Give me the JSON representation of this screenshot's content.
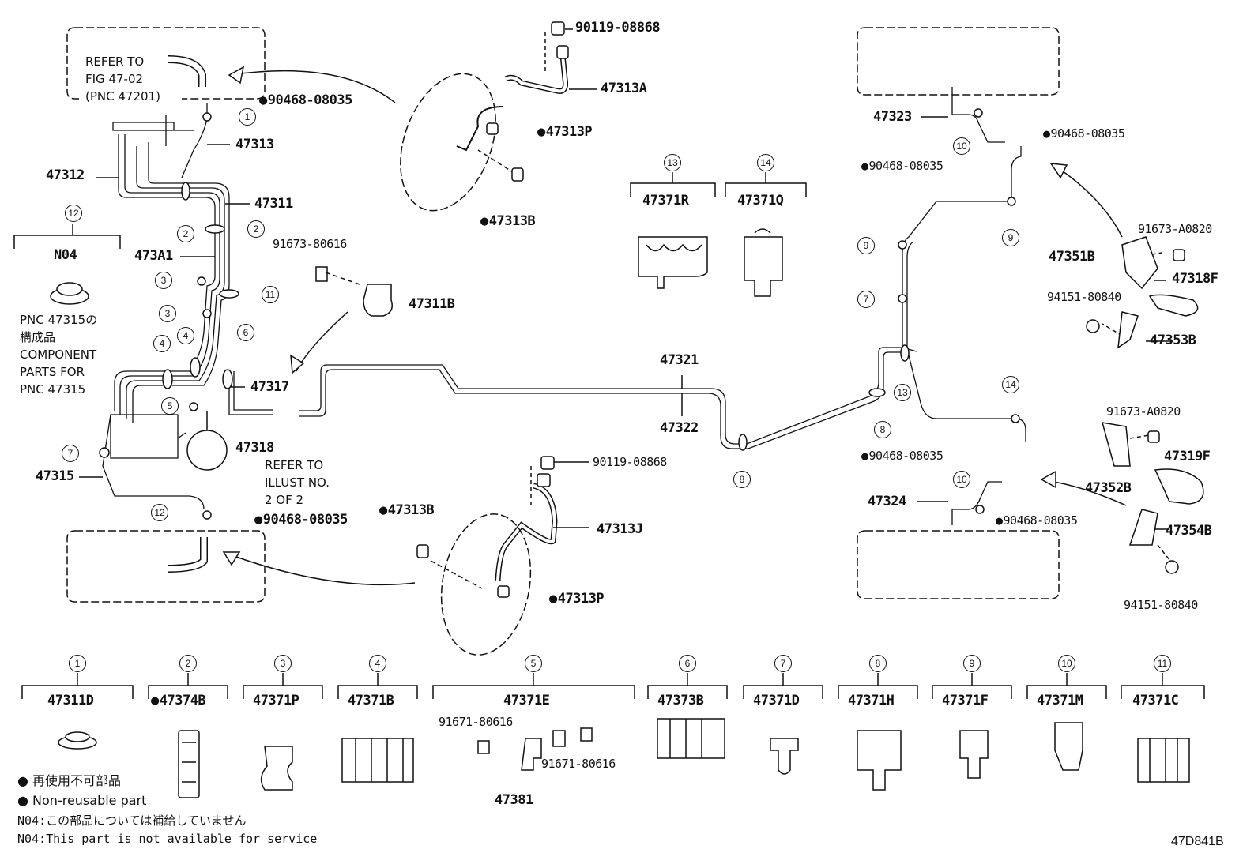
{
  "labels": {
    "p90119_top": "90119-08868",
    "p47313A": "47313A",
    "p47313P_top": "47313P",
    "p47313B_top": "47313B",
    "p90468_tl": "90468-08035",
    "p47313": "47313",
    "p47312": "47312",
    "p47311": "47311",
    "p473A1": "473A1",
    "p91673_80616": "91673-80616",
    "p47311B": "47311B",
    "p47317": "47317",
    "p47318": "47318",
    "p47315": "47315",
    "p90468_bl": "90468-08035",
    "p47321": "47321",
    "p47322": "47322",
    "p90119_bot": "90119-08868",
    "p47313B_bot": "47313B",
    "p47313J": "47313J",
    "p47313P_bot": "47313P",
    "p47371R": "47371R",
    "p47371Q": "47371Q",
    "p47323": "47323",
    "p90468_r1": "90468-08035",
    "p90468_r2": "90468-08035",
    "p91673_A0820_a": "91673-A0820",
    "p47351B": "47351B",
    "p47318F": "47318F",
    "p94151_a": "94151-80840",
    "p47353B": "47353B",
    "p91673_A0820_b": "91673-A0820",
    "p47319F": "47319F",
    "p47352B": "47352B",
    "p90468_r3": "90468-08035",
    "p47324": "47324",
    "p90468_r4": "90468-08035",
    "p47354B": "47354B",
    "p94151_b": "94151-80840",
    "pN04": "N04",
    "p47371B_grp13": "47371R"
  },
  "refer_top": [
    "REFER TO",
    "FIG 47-02",
    "(PNC 47201)"
  ],
  "refer_illust": [
    "REFER TO",
    "ILLUST NO.",
    "2 OF 2"
  ],
  "pnc_note": [
    "PNC 47315の",
    "構成品",
    "COMPONENT",
    "PARTS FOR",
    "PNC 47315"
  ],
  "callouts": {
    "c1": "1",
    "c2a": "2",
    "c2b": "2",
    "c3a": "3",
    "c3b": "3",
    "c4a": "4",
    "c4b": "4",
    "c5": "5",
    "c6": "6",
    "c7l": "7",
    "c11": "11",
    "c12": "12",
    "c12b": "12",
    "c13top": "13",
    "c14top": "14",
    "c10a": "10",
    "c9a": "9",
    "c9b": "9",
    "c7r": "7",
    "c13r": "13",
    "c14r": "14",
    "c8a": "8",
    "c8b": "8",
    "c10b": "10"
  },
  "bottom_parts": [
    {
      "num": "1",
      "part": "47311D",
      "nonreuse": false
    },
    {
      "num": "2",
      "part": "47374B",
      "nonreuse": true
    },
    {
      "num": "3",
      "part": "47371P",
      "nonreuse": false
    },
    {
      "num": "4",
      "part": "47371B",
      "nonreuse": false
    },
    {
      "num": "5",
      "part": "47371E",
      "nonreuse": false
    },
    {
      "num": "6",
      "part": "47373B",
      "nonreuse": false
    },
    {
      "num": "7",
      "part": "47371D",
      "nonreuse": false
    },
    {
      "num": "8",
      "part": "47371H",
      "nonreuse": false
    },
    {
      "num": "9",
      "part": "47371F",
      "nonreuse": false
    },
    {
      "num": "10",
      "part": "47371M",
      "nonreuse": false
    },
    {
      "num": "11",
      "part": "47371C",
      "nonreuse": false
    }
  ],
  "group5": {
    "bolt_left": "91671-80616",
    "bolt_right": "91671-80616",
    "bracket": "47381"
  },
  "legend": {
    "nonreuse_jp": "再使用不可部品",
    "nonreuse_en": "Non-reusable part",
    "n04_jp": "N04:この部品については補給していません",
    "n04_en": "N04:This part is not available for service"
  },
  "figure_code": "47D841B"
}
